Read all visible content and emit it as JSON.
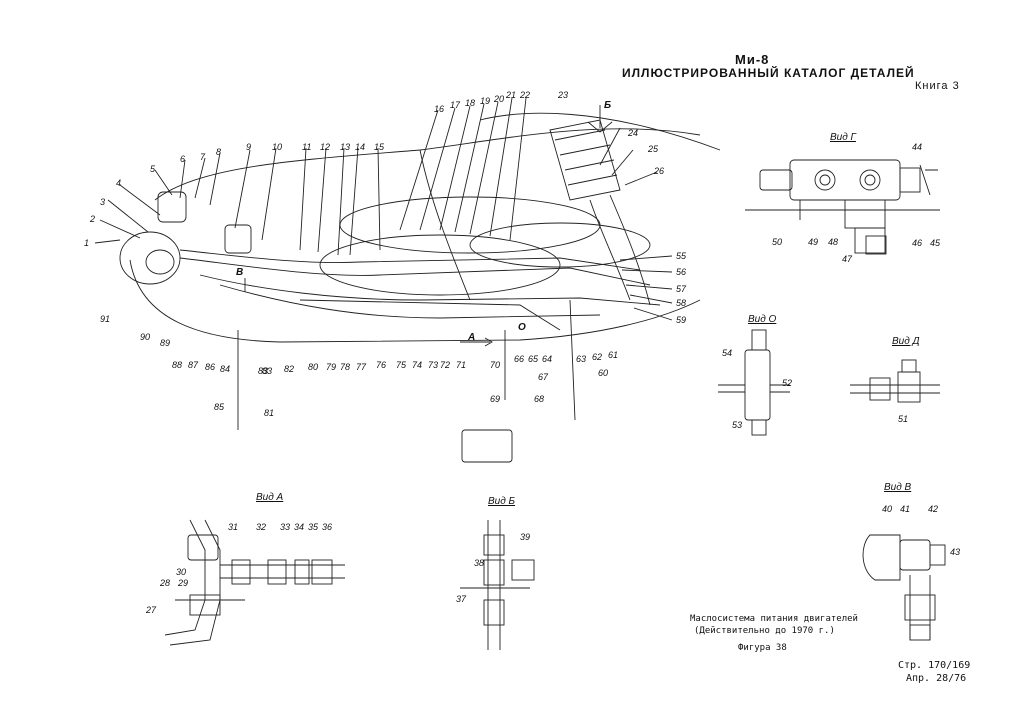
{
  "header": {
    "model": "Ми-8",
    "catalog_title": "ИЛЛЮСТРИРОВАННЫЙ КАТАЛОГ ДЕТАЛЕЙ",
    "book": "Книга 3"
  },
  "caption": {
    "line1": "Маслосистема питания двигателей",
    "line2": "(Действительно до 1970 г.)",
    "figure": "Фигура 38"
  },
  "page_ref": {
    "page": "Стр. 170/169",
    "date": "Апр. 28/76"
  },
  "views": {
    "a": "Вид А",
    "b": "Вид Б",
    "v": "Вид В",
    "g": "Вид Г",
    "d": "Вид Д",
    "o": "Вид О"
  },
  "main_callouts": [
    "1",
    "2",
    "3",
    "4",
    "5",
    "6",
    "7",
    "8",
    "9",
    "10",
    "11",
    "12",
    "13",
    "14",
    "15",
    "16",
    "17",
    "18",
    "19",
    "20",
    "21",
    "22",
    "23",
    "24",
    "25",
    "26"
  ],
  "lower_callouts": [
    "90",
    "91",
    "89",
    "88",
    "87",
    "86",
    "84",
    "83",
    "82",
    "80",
    "79",
    "78",
    "77",
    "76",
    "75",
    "74",
    "73",
    "72",
    "71",
    "70",
    "66",
    "65",
    "64",
    "63",
    "62",
    "61"
  ],
  "right_callouts": [
    "55",
    "56",
    "57",
    "58",
    "59"
  ],
  "misc_callouts": [
    "85",
    "81",
    "69",
    "68",
    "67",
    "60"
  ],
  "view_g_callouts": [
    "44",
    "45",
    "46",
    "47",
    "48",
    "49",
    "50"
  ],
  "view_o_callouts": [
    "54",
    "52",
    "53"
  ],
  "view_d_callouts": [
    "51"
  ],
  "view_a_callouts": [
    "31",
    "32",
    "33",
    "34",
    "35",
    "36",
    "30",
    "28",
    "29",
    "27"
  ],
  "view_b_callouts": [
    "39",
    "38",
    "37"
  ],
  "view_v_callouts": [
    "40",
    "41",
    "42",
    "43"
  ],
  "arrow_labels": {
    "b": "Б",
    "a": "А",
    "v": "В",
    "o": "О"
  }
}
